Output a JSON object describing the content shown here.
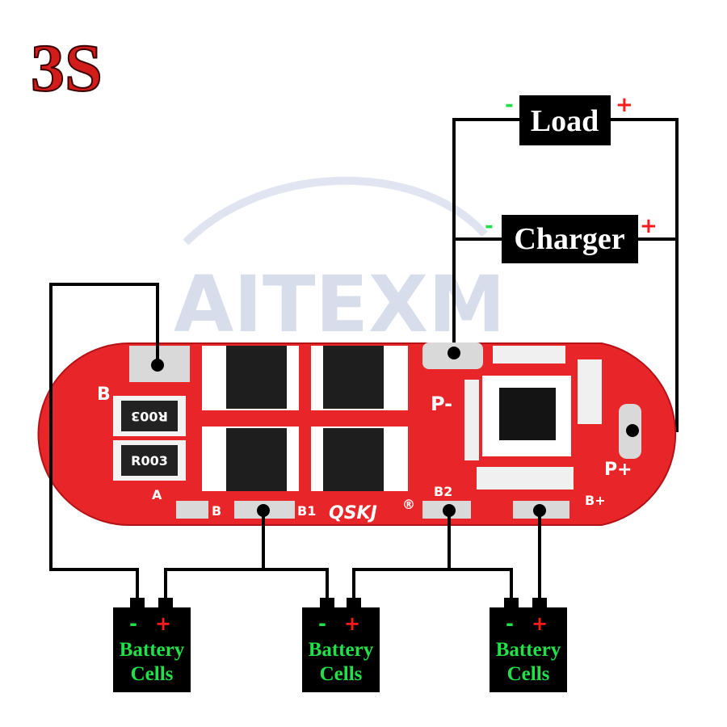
{
  "title": "3S",
  "load": {
    "label": "Load",
    "neg": "-",
    "pos": "+"
  },
  "charger": {
    "label": "Charger",
    "neg": "-",
    "pos": "+"
  },
  "board": {
    "resistor_1": "R003",
    "resistor_2": "R003",
    "label_b": "B",
    "label_b_bottom": "B",
    "label_a": "A",
    "label_pminus": "P-",
    "label_pplus": "P+",
    "label_b1": "B1",
    "label_b2": "B2",
    "label_bplus": "B+",
    "brand": "QSKJ",
    "registered": "®"
  },
  "watermark": "AITEXM",
  "batteries": [
    {
      "neg": "-",
      "pos": "+",
      "line1": "Battery",
      "line2": "Cells"
    },
    {
      "neg": "-",
      "pos": "+",
      "line1": "Battery",
      "line2": "Cells"
    },
    {
      "neg": "-",
      "pos": "+",
      "line1": "Battery",
      "line2": "Cells"
    }
  ],
  "colors": {
    "title": "#d21b1b",
    "pcb": "#e8262a",
    "label_box": "#000000",
    "positive": "#ff1a1a",
    "negative": "#22e04a",
    "battery_text": "#22e04a"
  }
}
